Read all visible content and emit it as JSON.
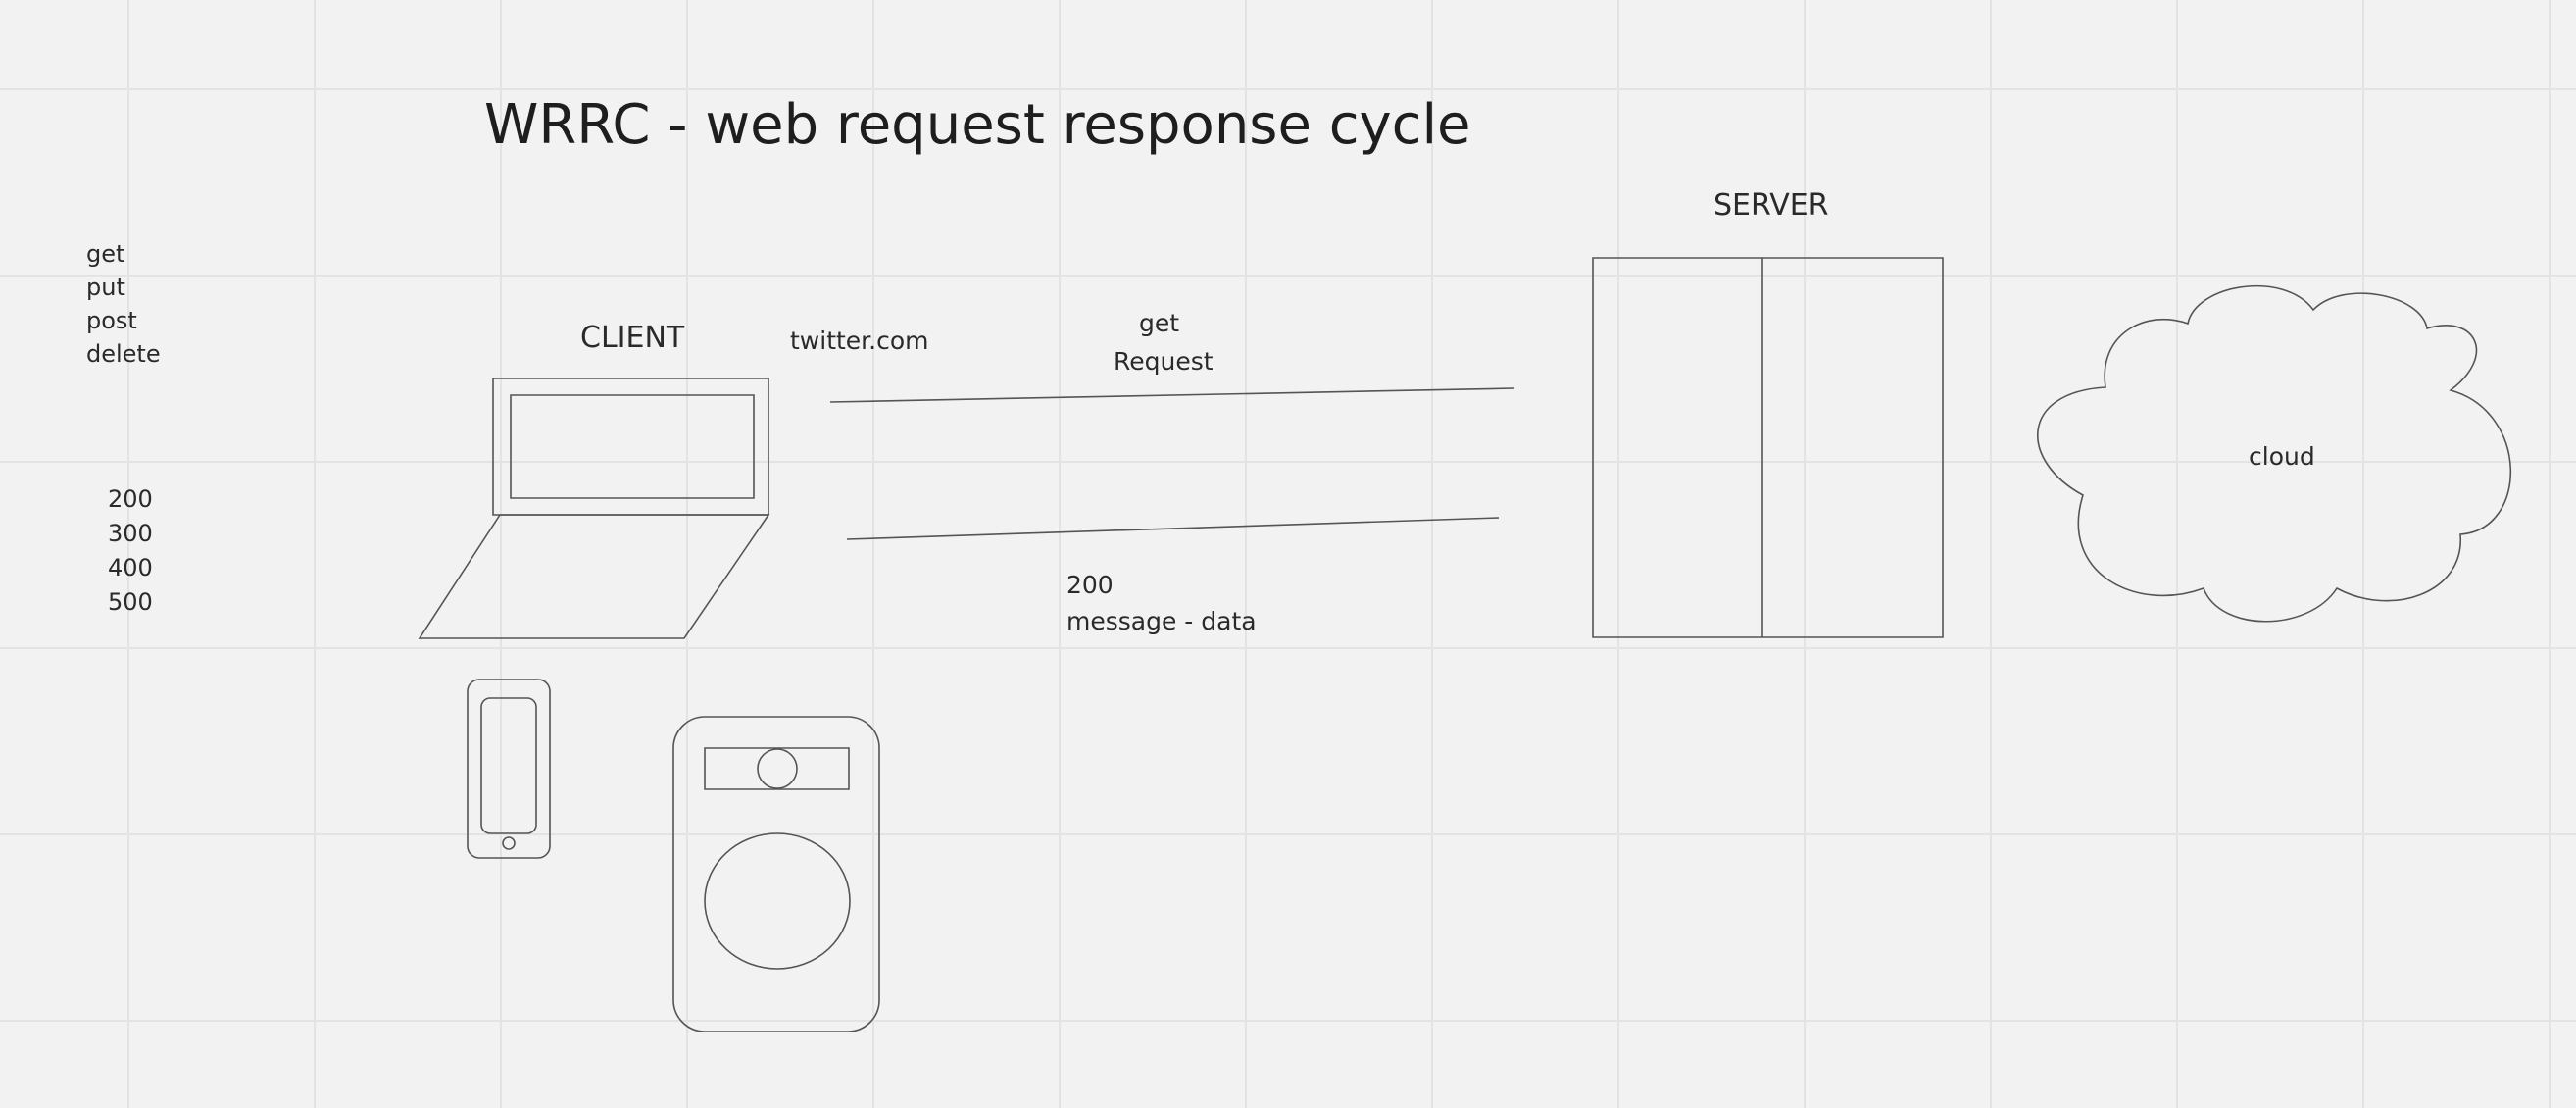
{
  "diagram": {
    "title": "WRRC - web request response cycle",
    "methods": [
      "get",
      "put",
      "post",
      "delete"
    ],
    "status_codes": [
      "200",
      "300",
      "400",
      "500"
    ],
    "client_label": "CLIENT",
    "url_label": "twitter.com",
    "request": {
      "method": "get",
      "label": "Request"
    },
    "response": {
      "status": "200",
      "label": "message - data"
    },
    "server_label": "SERVER",
    "cloud_label": "cloud",
    "colors": {
      "background": "#f2f2f2",
      "grid": "#e3e3e3",
      "stroke": "#555555",
      "text": "#2a2a2a"
    }
  }
}
